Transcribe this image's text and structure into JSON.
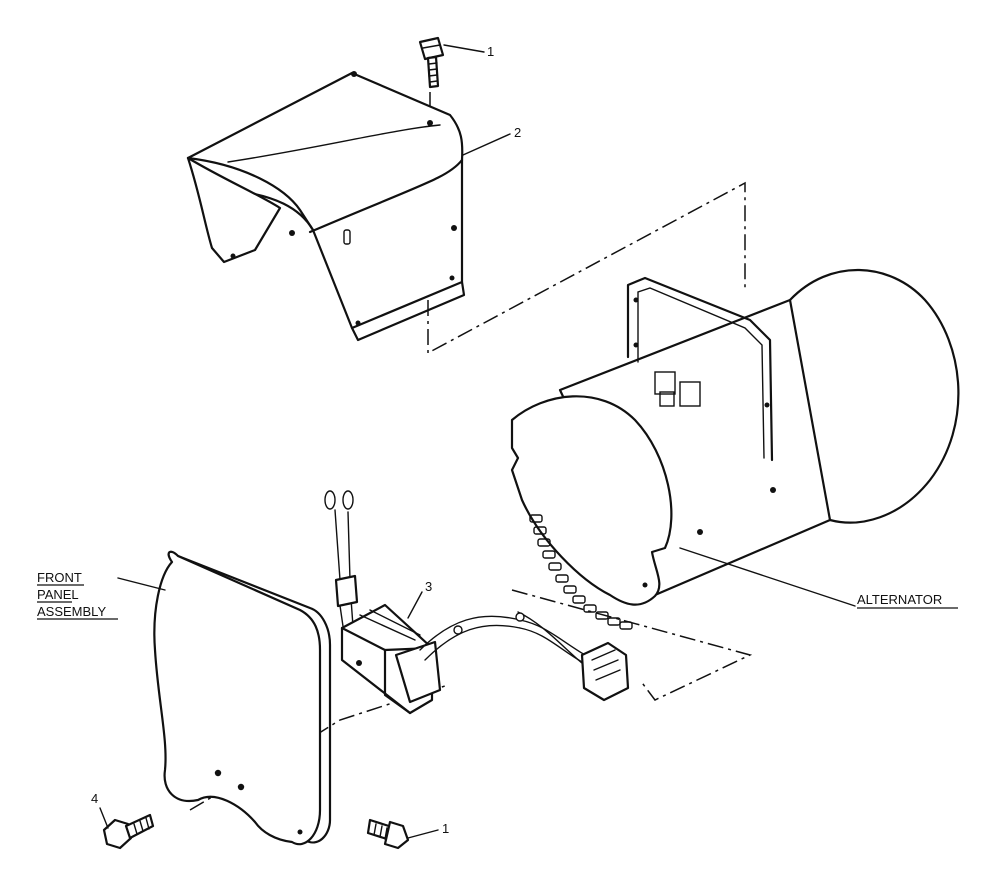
{
  "callouts": [
    {
      "id": "screw-top",
      "text": "1"
    },
    {
      "id": "cover",
      "text": "2"
    },
    {
      "id": "regulator",
      "text": "3"
    },
    {
      "id": "bolt",
      "text": "4"
    },
    {
      "id": "screw-bottom",
      "text": "1"
    }
  ],
  "labels": {
    "front_panel": [
      "FRONT",
      "PANEL",
      "ASSEMBLY"
    ],
    "alternator": "ALTERNATOR"
  },
  "colors": {
    "ink": "#111111",
    "paper": "#ffffff"
  }
}
